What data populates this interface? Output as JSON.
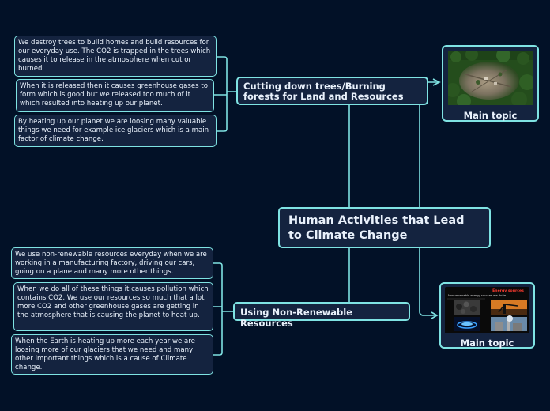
{
  "central_topic": "Human Activities that Lead to Climate Change",
  "branches": [
    {
      "label": "Cutting down trees/Burning forests for Land and Resources",
      "image_caption": "Main topic",
      "subtopics": [
        "We destroy trees to build homes and build resources for our everyday use. The CO2 is trapped in the trees which causes it to release in the atmosphere when cut or burned",
        "When it is released then it causes greenhouse gases to form which is good but we released too much of it which resulted into heating up our planet.",
        "By heating up our planet we are loosing many valuable things we need for example ice glaciers which is a main factor of climate change."
      ]
    },
    {
      "label": "Using Non-Renewable Resources",
      "image_caption": "Main topic",
      "image_heading": "Energy sources",
      "image_subheading": "Non-renewable energy sources are finite.",
      "subtopics": [
        "We use non-renewable resources everyday when we are working in a manufacturing factory, driving our cars, going on a plane and many more other things.",
        "When we do all of these things it causes pollution which contains CO2. We use our resources so much that a lot more CO2 and other greenhouse gases are getting in the atmosphere that is causing the planet to heat up.",
        "When the Earth is heating up more each year we are loosing more of our glaciers that we need and many other important things which is a cause of Climate change."
      ]
    }
  ],
  "colors": {
    "background": "#021127",
    "node_fill": "#14233f",
    "line": "#7fe3e3",
    "text": "#e9f1fb",
    "image_heading": "#ff3b2f"
  }
}
